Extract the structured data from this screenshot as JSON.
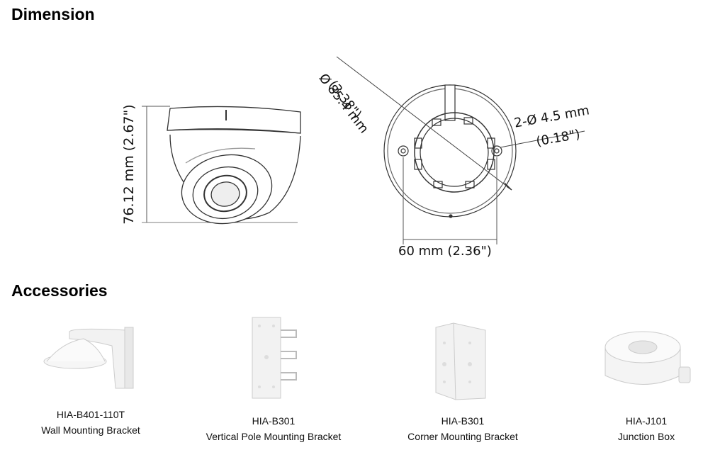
{
  "sections": {
    "dimension_title": "Dimension",
    "accessories_title": "Accessories"
  },
  "dimensions": {
    "height": "76.12 mm (2.67\")",
    "diameter_mm": "Ø 85.4 mm",
    "diameter_in": "(3.38\")",
    "hole_mm": "2-Ø 4.5 mm",
    "hole_in": "(0.18\")",
    "spacing": "60 mm (2.36\")"
  },
  "accessories": [
    {
      "code": "HIA-B401-110T",
      "name": "Wall Mounting Bracket",
      "icon": "wall-mount-bracket-icon"
    },
    {
      "code": "HIA-B301",
      "name": "Vertical Pole Mounting Bracket",
      "icon": "pole-mount-bracket-icon"
    },
    {
      "code": "HIA-B301",
      "name": "Corner Mounting Bracket",
      "icon": "corner-mount-bracket-icon"
    },
    {
      "code": "HIA-J101",
      "name": "Junction Box",
      "icon": "junction-box-icon"
    }
  ]
}
